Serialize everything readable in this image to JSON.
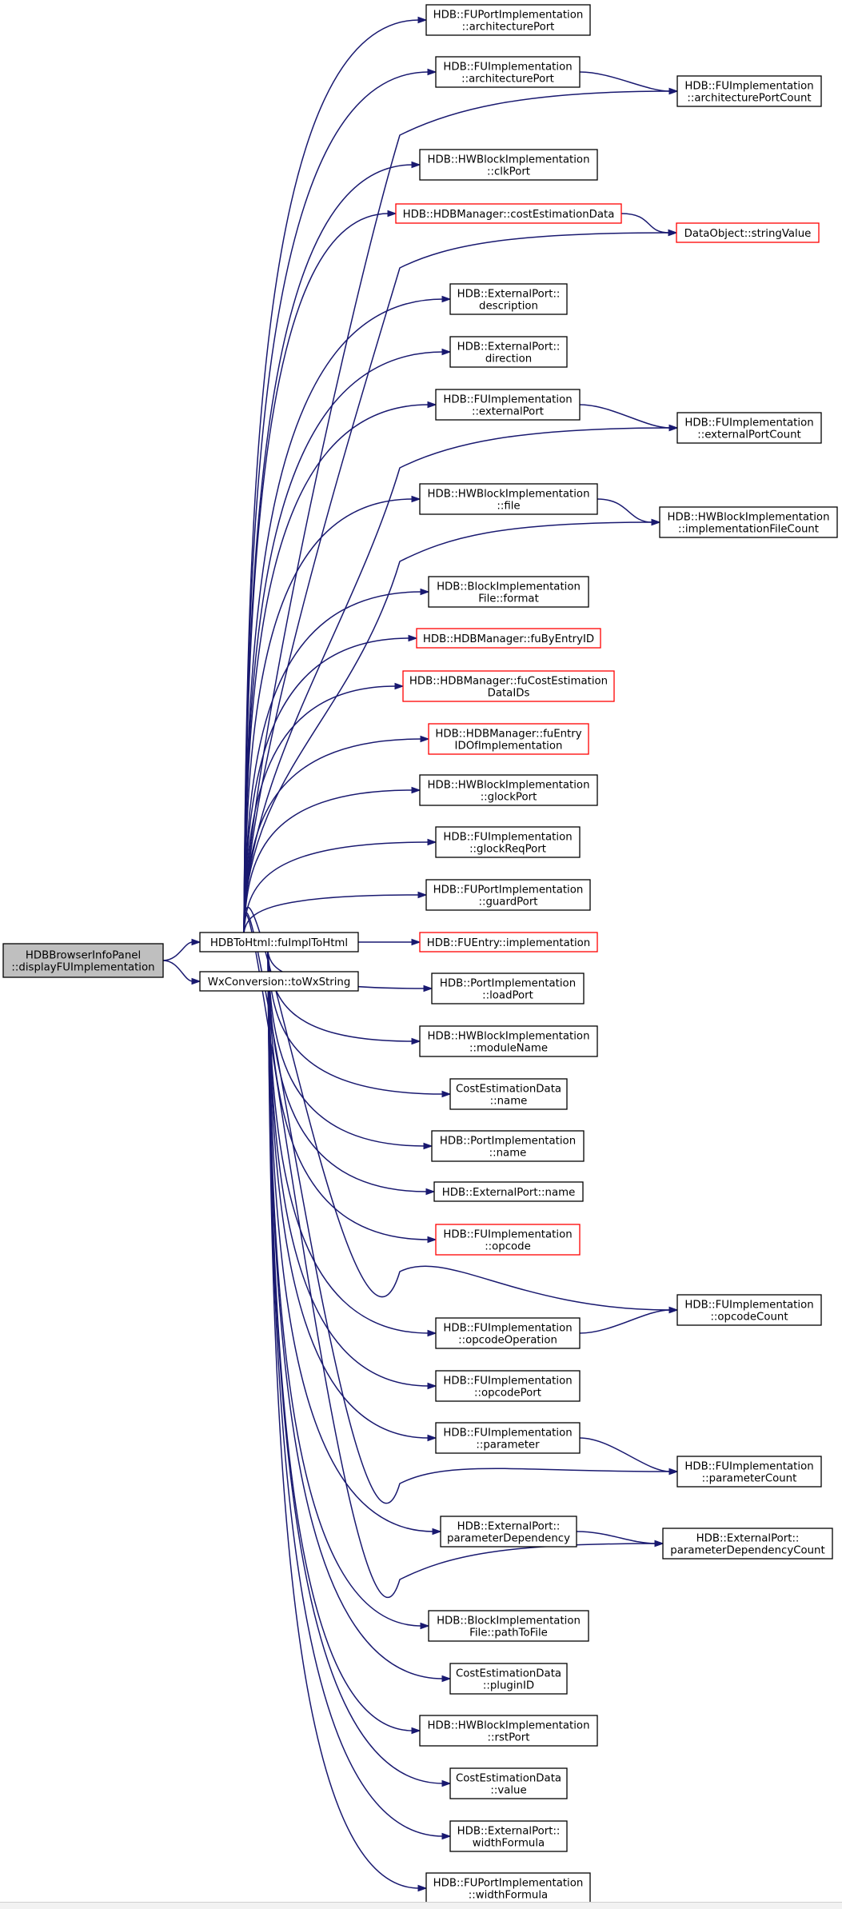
{
  "graph": {
    "nodes": [
      {
        "id": "root",
        "lines": [
          "HDBBrowserInfoPanel",
          "::displayFUImplementation"
        ],
        "style": "root"
      },
      {
        "id": "fuImplToHtml",
        "lines": [
          "HDBToHtml::fuImplToHtml"
        ],
        "style": "normal"
      },
      {
        "id": "toWxString",
        "lines": [
          "WxConversion::toWxString"
        ],
        "style": "normal"
      },
      {
        "id": "fupi_archPort",
        "lines": [
          "HDB::FUPortImplementation",
          "::architecturePort"
        ],
        "style": "normal"
      },
      {
        "id": "fui_archPort",
        "lines": [
          "HDB::FUImplementation",
          "::architecturePort"
        ],
        "style": "normal"
      },
      {
        "id": "fui_archPortCount",
        "lines": [
          "HDB::FUImplementation",
          "::architecturePortCount"
        ],
        "style": "normal"
      },
      {
        "id": "hwbi_clkPort",
        "lines": [
          "HDB::HWBlockImplementation",
          "::clkPort"
        ],
        "style": "normal"
      },
      {
        "id": "mgr_costEstData",
        "lines": [
          "HDB::HDBManager::costEstimationData"
        ],
        "style": "incomplete"
      },
      {
        "id": "do_stringValue",
        "lines": [
          "DataObject::stringValue"
        ],
        "style": "incomplete"
      },
      {
        "id": "ep_description",
        "lines": [
          "HDB::ExternalPort::",
          "description"
        ],
        "style": "normal"
      },
      {
        "id": "ep_direction",
        "lines": [
          "HDB::ExternalPort::",
          "direction"
        ],
        "style": "normal"
      },
      {
        "id": "fui_externalPort",
        "lines": [
          "HDB::FUImplementation",
          "::externalPort"
        ],
        "style": "normal"
      },
      {
        "id": "fui_externalPortCount",
        "lines": [
          "HDB::FUImplementation",
          "::externalPortCount"
        ],
        "style": "normal"
      },
      {
        "id": "hwbi_file",
        "lines": [
          "HDB::HWBlockImplementation",
          "::file"
        ],
        "style": "normal"
      },
      {
        "id": "hwbi_implFileCount",
        "lines": [
          "HDB::HWBlockImplementation",
          "::implementationFileCount"
        ],
        "style": "normal"
      },
      {
        "id": "bif_format",
        "lines": [
          "HDB::BlockImplementation",
          "File::format"
        ],
        "style": "normal"
      },
      {
        "id": "mgr_fuByEntryID",
        "lines": [
          "HDB::HDBManager::fuByEntryID"
        ],
        "style": "incomplete"
      },
      {
        "id": "mgr_fuCostEstDataIDs",
        "lines": [
          "HDB::HDBManager::fuCostEstimation",
          "DataIDs"
        ],
        "style": "incomplete"
      },
      {
        "id": "mgr_fuEntryIDOfImpl",
        "lines": [
          "HDB::HDBManager::fuEntry",
          "IDOfImplementation"
        ],
        "style": "incomplete"
      },
      {
        "id": "hwbi_glockPort",
        "lines": [
          "HDB::HWBlockImplementation",
          "::glockPort"
        ],
        "style": "normal"
      },
      {
        "id": "fui_glockReqPort",
        "lines": [
          "HDB::FUImplementation",
          "::glockReqPort"
        ],
        "style": "normal"
      },
      {
        "id": "fupi_guardPort",
        "lines": [
          "HDB::FUPortImplementation",
          "::guardPort"
        ],
        "style": "normal"
      },
      {
        "id": "fue_implementation",
        "lines": [
          "HDB::FUEntry::implementation"
        ],
        "style": "incomplete"
      },
      {
        "id": "pi_loadPort",
        "lines": [
          "HDB::PortImplementation",
          "::loadPort"
        ],
        "style": "normal"
      },
      {
        "id": "hwbi_moduleName",
        "lines": [
          "HDB::HWBlockImplementation",
          "::moduleName"
        ],
        "style": "normal"
      },
      {
        "id": "ced_name",
        "lines": [
          "CostEstimationData",
          "::name"
        ],
        "style": "normal"
      },
      {
        "id": "pi_name",
        "lines": [
          "HDB::PortImplementation",
          "::name"
        ],
        "style": "normal"
      },
      {
        "id": "ep_name",
        "lines": [
          "HDB::ExternalPort::name"
        ],
        "style": "normal"
      },
      {
        "id": "fui_opcode",
        "lines": [
          "HDB::FUImplementation",
          "::opcode"
        ],
        "style": "incomplete"
      },
      {
        "id": "fui_opcodeCount",
        "lines": [
          "HDB::FUImplementation",
          "::opcodeCount"
        ],
        "style": "normal"
      },
      {
        "id": "fui_opcodeOperation",
        "lines": [
          "HDB::FUImplementation",
          "::opcodeOperation"
        ],
        "style": "normal"
      },
      {
        "id": "fui_opcodePort",
        "lines": [
          "HDB::FUImplementation",
          "::opcodePort"
        ],
        "style": "normal"
      },
      {
        "id": "fui_parameter",
        "lines": [
          "HDB::FUImplementation",
          "::parameter"
        ],
        "style": "normal"
      },
      {
        "id": "fui_parameterCount",
        "lines": [
          "HDB::FUImplementation",
          "::parameterCount"
        ],
        "style": "normal"
      },
      {
        "id": "ep_paramDependency",
        "lines": [
          "HDB::ExternalPort::",
          "parameterDependency"
        ],
        "style": "normal"
      },
      {
        "id": "ep_paramDependencyCount",
        "lines": [
          "HDB::ExternalPort::",
          "parameterDependencyCount"
        ],
        "style": "normal"
      },
      {
        "id": "bif_pathToFile",
        "lines": [
          "HDB::BlockImplementation",
          "File::pathToFile"
        ],
        "style": "normal"
      },
      {
        "id": "ced_pluginID",
        "lines": [
          "CostEstimationData",
          "::pluginID"
        ],
        "style": "normal"
      },
      {
        "id": "hwbi_rstPort",
        "lines": [
          "HDB::HWBlockImplementation",
          "::rstPort"
        ],
        "style": "normal"
      },
      {
        "id": "ced_value",
        "lines": [
          "CostEstimationData",
          "::value"
        ],
        "style": "normal"
      },
      {
        "id": "ep_widthFormula",
        "lines": [
          "HDB::ExternalPort::",
          "widthFormula"
        ],
        "style": "normal"
      },
      {
        "id": "fupi_widthFormula",
        "lines": [
          "HDB::FUPortImplementation",
          "::widthFormula"
        ],
        "style": "normal"
      }
    ],
    "edges": [
      [
        "root",
        "fuImplToHtml"
      ],
      [
        "root",
        "toWxString"
      ],
      [
        "fuImplToHtml",
        "fupi_archPort"
      ],
      [
        "fuImplToHtml",
        "fui_archPort"
      ],
      [
        "fui_archPort",
        "fui_archPortCount"
      ],
      [
        "fuImplToHtml",
        "fui_archPortCount"
      ],
      [
        "fuImplToHtml",
        "hwbi_clkPort"
      ],
      [
        "fuImplToHtml",
        "mgr_costEstData"
      ],
      [
        "mgr_costEstData",
        "do_stringValue"
      ],
      [
        "fuImplToHtml",
        "do_stringValue"
      ],
      [
        "fuImplToHtml",
        "ep_description"
      ],
      [
        "fuImplToHtml",
        "ep_direction"
      ],
      [
        "fuImplToHtml",
        "fui_externalPort"
      ],
      [
        "fui_externalPort",
        "fui_externalPortCount"
      ],
      [
        "fuImplToHtml",
        "fui_externalPortCount"
      ],
      [
        "fuImplToHtml",
        "hwbi_file"
      ],
      [
        "hwbi_file",
        "hwbi_implFileCount"
      ],
      [
        "fuImplToHtml",
        "hwbi_implFileCount"
      ],
      [
        "fuImplToHtml",
        "bif_format"
      ],
      [
        "fuImplToHtml",
        "mgr_fuByEntryID"
      ],
      [
        "fuImplToHtml",
        "mgr_fuCostEstDataIDs"
      ],
      [
        "fuImplToHtml",
        "mgr_fuEntryIDOfImpl"
      ],
      [
        "fuImplToHtml",
        "hwbi_glockPort"
      ],
      [
        "fuImplToHtml",
        "fui_glockReqPort"
      ],
      [
        "fuImplToHtml",
        "fupi_guardPort"
      ],
      [
        "fuImplToHtml",
        "fue_implementation"
      ],
      [
        "fuImplToHtml",
        "pi_loadPort"
      ],
      [
        "fuImplToHtml",
        "hwbi_moduleName"
      ],
      [
        "fuImplToHtml",
        "ced_name"
      ],
      [
        "fuImplToHtml",
        "pi_name"
      ],
      [
        "fuImplToHtml",
        "ep_name"
      ],
      [
        "fuImplToHtml",
        "fui_opcode"
      ],
      [
        "fuImplToHtml",
        "fui_opcodeCount"
      ],
      [
        "fuImplToHtml",
        "fui_opcodeOperation"
      ],
      [
        "fui_opcodeOperation",
        "fui_opcodeCount"
      ],
      [
        "fuImplToHtml",
        "fui_opcodePort"
      ],
      [
        "fuImplToHtml",
        "fui_parameter"
      ],
      [
        "fui_parameter",
        "fui_parameterCount"
      ],
      [
        "fuImplToHtml",
        "fui_parameterCount"
      ],
      [
        "fuImplToHtml",
        "ep_paramDependency"
      ],
      [
        "ep_paramDependency",
        "ep_paramDependencyCount"
      ],
      [
        "fuImplToHtml",
        "ep_paramDependencyCount"
      ],
      [
        "fuImplToHtml",
        "bif_pathToFile"
      ],
      [
        "fuImplToHtml",
        "ced_pluginID"
      ],
      [
        "fuImplToHtml",
        "hwbi_rstPort"
      ],
      [
        "fuImplToHtml",
        "ced_value"
      ],
      [
        "fuImplToHtml",
        "ep_widthFormula"
      ],
      [
        "fuImplToHtml",
        "fupi_widthFormula"
      ]
    ],
    "colors": {
      "edge": "#191970",
      "normal_border": "#000000",
      "incomplete_border": "#ff0000",
      "root_fill": "#bfbfbf",
      "node_fill": "#ffffff"
    }
  }
}
